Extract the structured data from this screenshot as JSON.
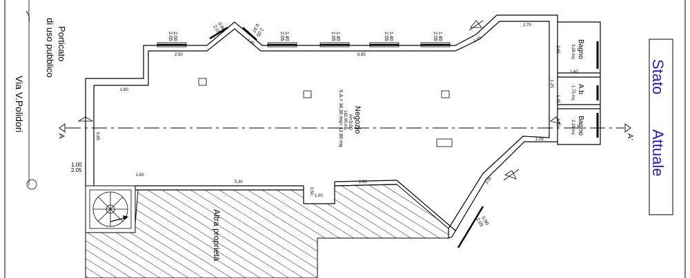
{
  "drawing": {
    "street": "Via V.Polidori",
    "portico_line1": "Porticato",
    "portico_line2": "di uso pubblico",
    "title_word1": "Stato",
    "title_word2": "Attuale",
    "section_left": "A",
    "section_right": "A'",
    "other_property": "Altra proprietà",
    "shop": {
      "name": "Negozio",
      "height": "H=3.00",
      "area": "182.85 mq",
      "sa": "S.A.= 34,36 mq= 12.86 mq"
    },
    "rooms": [
      {
        "name": "Bagno",
        "area": "3.28 mq"
      },
      {
        "name": "A.b",
        "area": "1.75 mq"
      },
      {
        "name": "Bagno",
        "area": "2.28 mq"
      }
    ],
    "dims": {
      "d1": "2.00",
      "d1b": "2.05",
      "d2": "0.80",
      "d2b": "2.05",
      "d3": "0.97",
      "d3b": "2.05",
      "d4": "1.40",
      "d4b": "2.05",
      "d5": "1.40",
      "d5b": "2.05",
      "d6": "1.40",
      "d6b": "2.05",
      "d7": "1.40",
      "d7b": "2.05",
      "d8": "1.00",
      "d8b": "2.05",
      "d9": "0.90",
      "d9b": "2.05",
      "w1": "2.50",
      "w2": "8.95",
      "w3": "1.60",
      "w4": "1.60",
      "w5": "5.30",
      "w6": "2.60",
      "w7": "1.00",
      "w8": "2.70",
      "w9": "2.65",
      "w10": "1.60",
      "w11": "1.25",
      "w12": "1.45",
      "w13": "1.40",
      "w14": "1.09",
      "w15": "3.05",
      "w16": "0.50",
      "w17": "1.45",
      "w18": "5.85",
      "w19": "3.45"
    }
  }
}
